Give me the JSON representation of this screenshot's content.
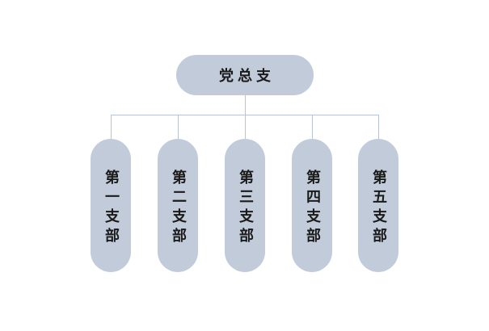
{
  "diagram": {
    "type": "org-chart",
    "root": {
      "label": "党总支"
    },
    "branches": [
      {
        "label": "第一支部"
      },
      {
        "label": "第二支部"
      },
      {
        "label": "第三支部"
      },
      {
        "label": "第四支部"
      },
      {
        "label": "第五支部"
      }
    ],
    "colors": {
      "node_fill": "#C2CBDA",
      "connector": "#B9C5D7",
      "text": "#1A1A1A",
      "background": "#FFFFFF"
    }
  }
}
